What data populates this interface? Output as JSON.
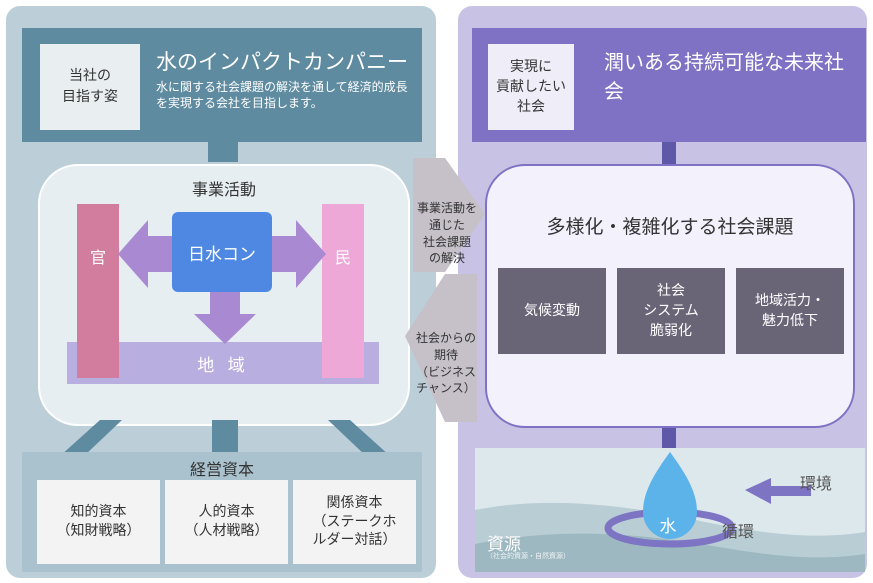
{
  "left": {
    "company_label": "当社の\n目指す姿",
    "company_title": "水のインパクトカンパニー",
    "company_desc": "水に関する社会課題の解決を通して経済的成長を実現する会社を目指します。",
    "business_title": "事業活動",
    "kan": "官",
    "min": "民",
    "nk": "日水コン",
    "region": "地 域",
    "capital_title": "経営資本",
    "capitals": [
      "知的資本\n（知財戦略）",
      "人的資本\n（人材戦略）",
      "関係資本\n（ステークホ\nルダー対話）"
    ]
  },
  "middle": {
    "top_text": "事業活動を\n通じた\n社会課題\nの解決",
    "bottom_text": "社会からの\n期待\n（ビジネス\nチャンス）"
  },
  "right": {
    "society_label": "実現に\n貢献したい\n社会",
    "society_title": "潤いある持続可能な未来社会",
    "issues_title": "多様化・複雑化する社会課題",
    "issues": [
      "気候変動",
      "社会\nシステム\n脆弱化",
      "地域活力・\n魅力低下"
    ],
    "resource": "資源",
    "resource_sub": "（社会的資源・自然資源）",
    "environment": "環境",
    "cycle": "循環",
    "water": "水"
  },
  "colors": {
    "left_panel": "#bccfd8",
    "left_header": "#5e8ba0",
    "right_panel": "#c8c3e4",
    "right_header": "#7f72c4",
    "kan": "#d27d9d",
    "min": "#eea8d8",
    "nk": "#4f88e2",
    "arrows": "#a98ad2",
    "issue_card": "#6a6477",
    "water_drop": "#5bb3ea"
  }
}
